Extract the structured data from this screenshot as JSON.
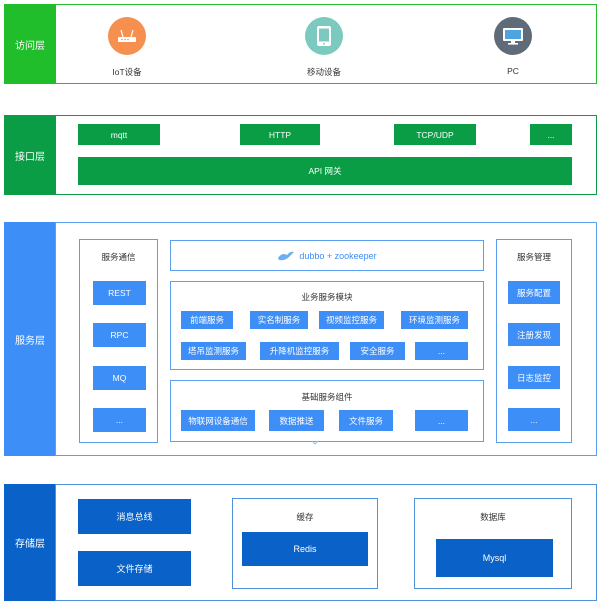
{
  "layers": {
    "access": {
      "label": "访问层",
      "devices": [
        {
          "name": "IoT设备",
          "icon": "router-icon"
        },
        {
          "name": "移动设备",
          "icon": "tablet-icon"
        },
        {
          "name": "PC",
          "icon": "monitor-icon"
        }
      ]
    },
    "interface": {
      "label": "接口层",
      "protocols": [
        "mqtt",
        "HTTP",
        "TCP/UDP",
        "..."
      ],
      "gateway": "API 网关"
    },
    "service": {
      "label": "服务层",
      "comm": {
        "title": "服务通信",
        "items": [
          "REST",
          "RPC",
          "MQ",
          "..."
        ]
      },
      "registry": {
        "text": "dubbo + zookeeper",
        "icon": "dubbo-bird-icon"
      },
      "business": {
        "title": "业务服务模块",
        "row1": [
          "前端服务",
          "实名制服务",
          "视频监控服务",
          "环境监测服务"
        ],
        "row2": [
          "塔吊监测服务",
          "升降机监控服务",
          "安全服务",
          "..."
        ]
      },
      "base": {
        "title": "基础服务组件",
        "items": [
          "物联网设备通信",
          "数据推送",
          "文件服务",
          "..."
        ]
      },
      "mgmt": {
        "title": "服务管理",
        "items": [
          "服务配置",
          "注册发现",
          "日志监控",
          "..."
        ]
      }
    },
    "storage": {
      "label": "存储层",
      "left": [
        "消息总线",
        "文件存储"
      ],
      "cache": {
        "title": "缓存",
        "item": "Redis"
      },
      "db": {
        "title": "数据库",
        "item": "Mysql"
      }
    }
  },
  "colors": {
    "access_green": "#1fbe2a",
    "interface_green": "#0a9d45",
    "service_blue": "#3e8ef7",
    "storage_blue": "#0a62c8",
    "iot_orange": "#f5904e",
    "mobile_teal": "#7bc9bf",
    "pc_gray": "#5f6b78"
  }
}
